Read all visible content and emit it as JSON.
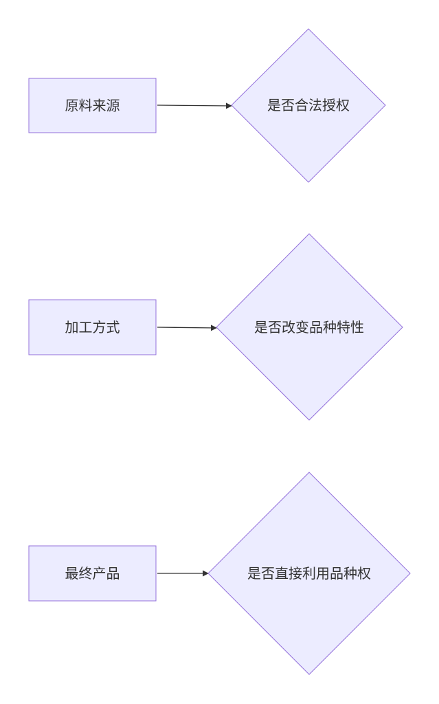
{
  "diagram": {
    "rows": [
      {
        "source": "原料来源",
        "decision": "是否合法授权"
      },
      {
        "source": "加工方式",
        "decision": "是否改变品种特性"
      },
      {
        "source": "最终产品",
        "decision": "是否直接利用品种权"
      }
    ]
  },
  "colors": {
    "node_fill": "#ECECFF",
    "node_stroke": "#9370DB",
    "edge": "#333333",
    "text": "#333333"
  }
}
